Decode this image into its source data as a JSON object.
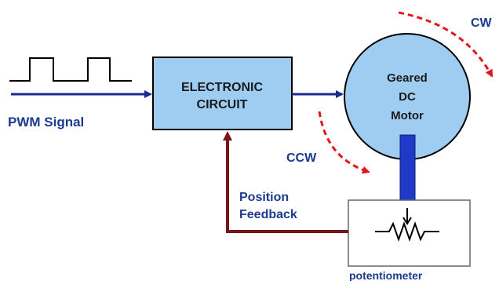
{
  "diagram": {
    "input_label": "PWM Signal",
    "circuit_label_line1": "ELECTRONIC",
    "circuit_label_line2": "CIRCUIT",
    "motor_label_line1": "Geared",
    "motor_label_line2": "DC",
    "motor_label_line3": "Motor",
    "cw_label": "CW",
    "ccw_label": "CCW",
    "feedback_label_line1": "Position",
    "feedback_label_line2": "Feedback",
    "potentiometer_label": "potentiometer"
  },
  "colors": {
    "circuit_fill": "#9fcdf2",
    "motor_fill": "#9fcdf2",
    "shaft": "#1f39c9",
    "signal_arrow": "#1a2a8c",
    "label_blue": "#1c3a8f",
    "feedback": "#7a1515",
    "rotation_arrows": "#e8141b",
    "outline": "#000000"
  }
}
